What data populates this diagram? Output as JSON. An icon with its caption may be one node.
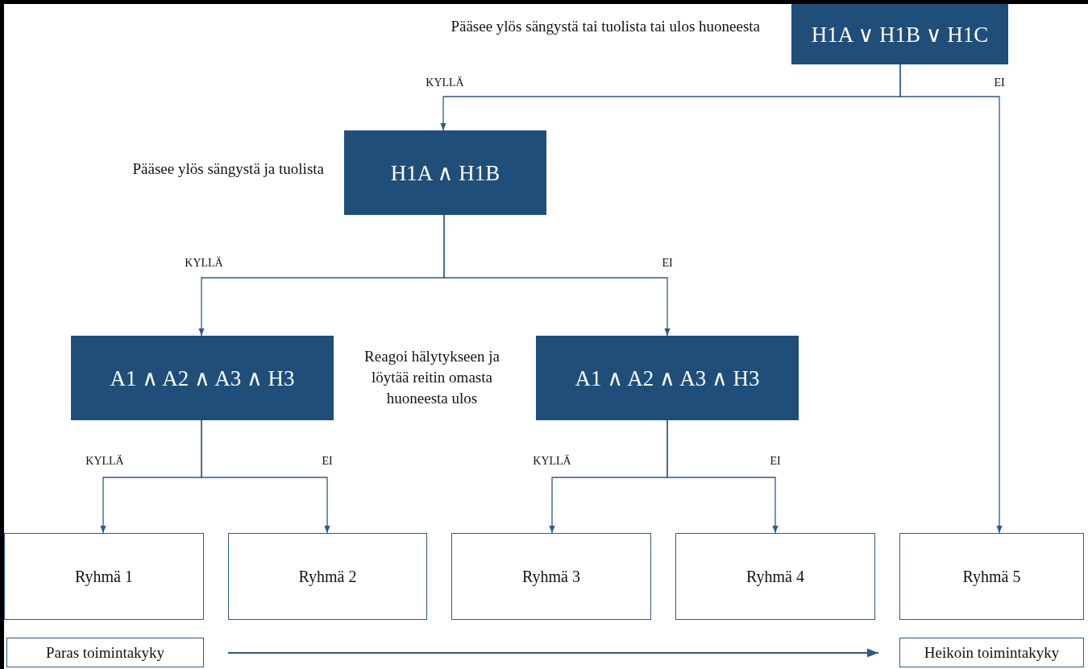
{
  "diagram": {
    "nodes": [
      {
        "text": [
          "H1A ∨ H1B ∨  H1C"
        ],
        "beside": [
          "Pääsee ylös sängystä tai tuolista tai ulos huoneesta"
        ]
      },
      {
        "text": [
          "H1A ∧ H1B"
        ],
        "beside": [
          "Pääsee ylös sängystä ja tuolista"
        ]
      },
      {
        "text": [
          "A1 ∧ A2 ∧ A3 ∧ H3"
        ]
      },
      {
        "text": [
          "A1 ∧ A2 ∧ A3 ∧ H3"
        ]
      },
      {
        "text": [
          "Ryhmä 1"
        ]
      },
      {
        "text": [
          "Ryhmä 2"
        ]
      },
      {
        "text": [
          "Ryhmä 3"
        ]
      },
      {
        "text": [
          "Ryhmä 4"
        ]
      },
      {
        "text": [
          "Ryhmä 5"
        ]
      },
      {
        "text": [
          "Paras toimintakyky"
        ]
      },
      {
        "text": [
          "Heikoin toimintakyky"
        ]
      }
    ],
    "edges": [
      {
        "from": 0,
        "to": 1,
        "arrow": "to",
        "label": "KYLLÄ"
      },
      {
        "from": 0,
        "to": 8,
        "arrow": "to",
        "label": "EI"
      },
      {
        "from": 1,
        "to": 2,
        "arrow": "to",
        "label": "KYLLÄ"
      },
      {
        "from": 1,
        "to": 3,
        "arrow": "to",
        "label": "EI"
      },
      {
        "from": 2,
        "to": 4,
        "arrow": "to",
        "label": "KYLLÄ"
      },
      {
        "from": 2,
        "to": 5,
        "arrow": "to",
        "label": "EI"
      },
      {
        "from": 3,
        "to": 6,
        "arrow": "to",
        "label": "KYLLÄ"
      },
      {
        "from": 3,
        "to": 7,
        "arrow": "to",
        "label": "EI"
      },
      {
        "from": 9,
        "to": 10,
        "arrow": "to"
      }
    ],
    "labels": [
      "Reagoi hälytykseen ja löytää reitin omasta huoneesta ulos"
    ]
  }
}
